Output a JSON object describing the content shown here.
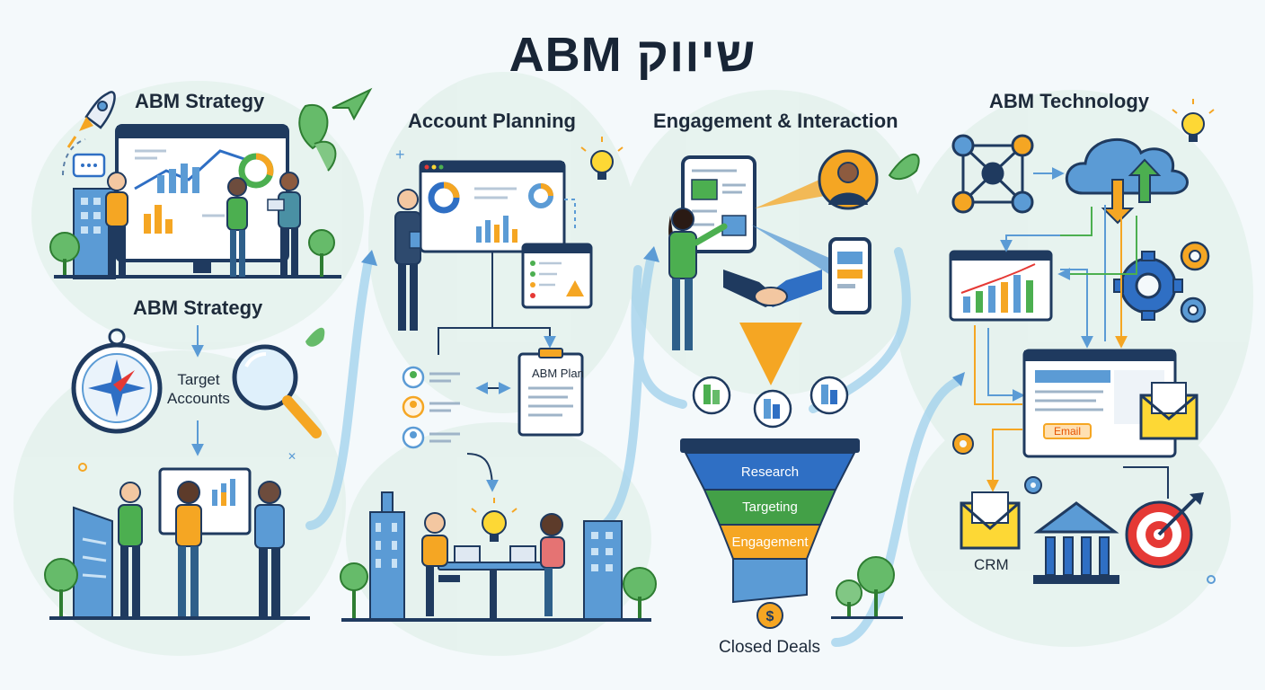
{
  "title": "שיווק ABM",
  "sections": {
    "strategy": {
      "heading": "ABM Strategy",
      "sub_heading": "ABM Strategy",
      "target_label": "Target\nAccounts"
    },
    "planning": {
      "heading": "Account Planning",
      "plan_doc": "ABM Plan"
    },
    "engagement": {
      "heading": "Engagement & Interaction",
      "funnel": [
        "Research",
        "Targeting",
        "Engagement"
      ],
      "closed": "Closed Deals"
    },
    "technology": {
      "heading": "ABM Technology",
      "email_button": "Email",
      "crm_label": "CRM"
    }
  },
  "colors": {
    "accent_blue": "#2f6fc4",
    "accent_green": "#4caf50",
    "accent_orange": "#f5a623",
    "navy": "#1f3a5f"
  }
}
